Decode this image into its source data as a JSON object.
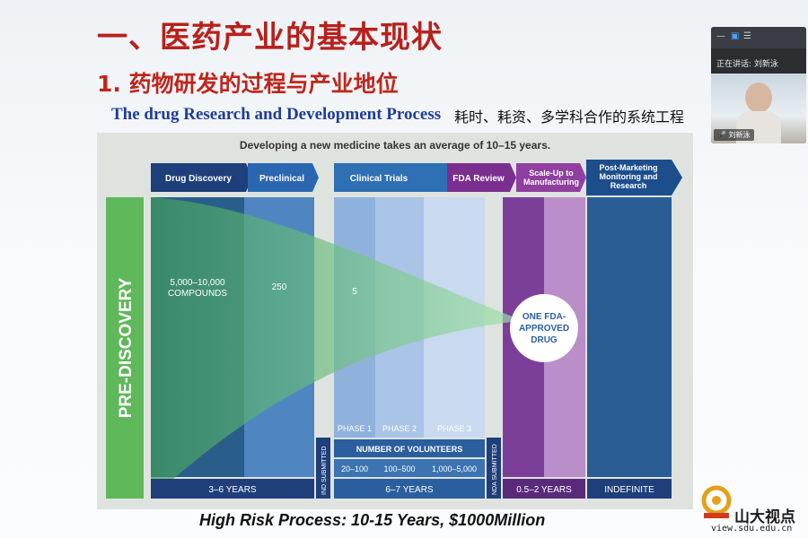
{
  "slide": {
    "title": "一、医药产业的基本现状",
    "subtitle": "1. 药物研发的过程与产业地位",
    "english_title": "The drug Research and Development Process",
    "chinese_note": "耗时、耗资、多学科合作的系统工程",
    "footer": "High Risk Process: 10-15 Years, $1000Million"
  },
  "diagram": {
    "header": "Developing a new medicine takes an average of 10–15 years.",
    "stages": [
      {
        "label": "Drug Discovery",
        "color": "#1f3f7a"
      },
      {
        "label": "Preclinical",
        "color": "#2b67b0"
      },
      {
        "label": "Clinical Trials",
        "color": "#2f6fb3"
      },
      {
        "label": "FDA Review",
        "color": "#7a2e8f"
      },
      {
        "label": "Scale-Up to Manufacturing",
        "color": "#8e3fa0"
      },
      {
        "label": "Post-Marketing Monitoring and Research",
        "color": "#1d4e8c"
      }
    ],
    "pre_discovery": "PRE-DISCOVERY",
    "compounds": "5,000–10,000\nCOMPOUNDS",
    "preclinical_count": "250",
    "clinical_count": "5",
    "approved": "ONE FDA-\nAPPROVED\nDRUG",
    "phases": [
      "PHASE 1",
      "PHASE 2",
      "PHASE 3"
    ],
    "volunteers_label": "NUMBER OF VOLUNTEERS",
    "volunteers": [
      "20–100",
      "100–500",
      "1,000–5,000"
    ],
    "ind_submitted": "IND SUBMITTED",
    "nda_submitted": "NDA SUBMITTED",
    "durations": [
      "3–6 YEARS",
      "6–7 YEARS",
      "0.5–2 YEARS",
      "INDEFINITE"
    ]
  },
  "video_panel": {
    "speaking_label": "正在讲话: 刘新泳",
    "participant_name": "刘新泳"
  },
  "logo": {
    "name": "山大视点",
    "url": "view.sdu.edu.cn"
  }
}
